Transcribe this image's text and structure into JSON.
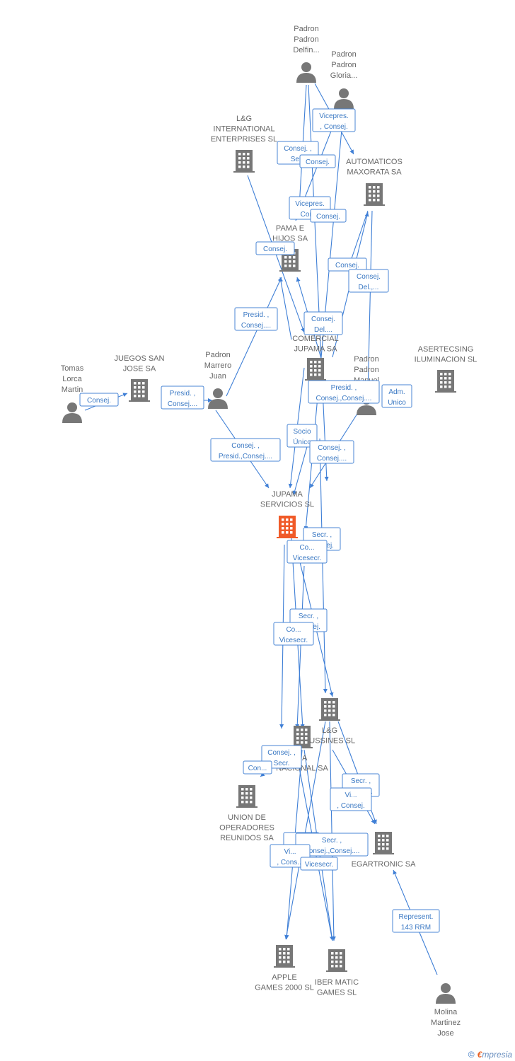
{
  "colors": {
    "edge": "#3f7fd6",
    "node": "#777777",
    "focus": "#f05a28",
    "label": "#666666",
    "edge_label": "#3a78c3"
  },
  "nodes": [
    {
      "id": "p_delfin",
      "type": "person",
      "lines": [
        "Padron",
        "Padron",
        "Delfin..."
      ]
    },
    {
      "id": "p_gloria",
      "type": "person",
      "lines": [
        "Padron",
        "Padron",
        "Gloria..."
      ]
    },
    {
      "id": "lg_int",
      "type": "company",
      "lines": [
        "L&G",
        "INTERNATIONAL",
        "ENTERPRISES SL"
      ]
    },
    {
      "id": "automaticos",
      "type": "company",
      "lines": [
        "AUTOMATICOS",
        "MAXORATA SA"
      ]
    },
    {
      "id": "pama",
      "type": "company",
      "lines": [
        "PAMA E",
        "HIJOS SA"
      ]
    },
    {
      "id": "comercial",
      "type": "company",
      "lines": [
        "COMERCIAL",
        "JUPAMA SA"
      ]
    },
    {
      "id": "juegos",
      "type": "company",
      "lines": [
        "JUEGOS SAN",
        "JOSE SA"
      ]
    },
    {
      "id": "tomas",
      "type": "person",
      "lines": [
        "Tomas",
        "Lorca",
        "Martin"
      ]
    },
    {
      "id": "marrero",
      "type": "person",
      "lines": [
        "Padron",
        "Marrero",
        "Juan"
      ]
    },
    {
      "id": "p_manuel",
      "type": "person",
      "lines": [
        "Padron",
        "Padron",
        "Manuel"
      ]
    },
    {
      "id": "asertecsing",
      "type": "company",
      "lines": [
        "ASERTECSING",
        "ILUMINACION SL"
      ]
    },
    {
      "id": "jupama",
      "type": "company",
      "focus": true,
      "lines": [
        "JUPAMA",
        "SERVICIOS SL"
      ]
    },
    {
      "id": "lg_bussines",
      "type": "company",
      "lines": [
        "L&G",
        "BUSSINES SL"
      ]
    },
    {
      "id": "sa_nac",
      "type": "company",
      "lines": [
        "SA",
        "NACIONAL SA"
      ]
    },
    {
      "id": "union",
      "type": "company",
      "lines": [
        "UNION DE",
        "OPERADORES",
        "REUNIDOS SA"
      ]
    },
    {
      "id": "egartronic",
      "type": "company",
      "lines": [
        "EGARTRONIC SA"
      ]
    },
    {
      "id": "apple",
      "type": "company",
      "lines": [
        "APPLE",
        "GAMES 2000 SL"
      ]
    },
    {
      "id": "ibermatic",
      "type": "company",
      "lines": [
        "IBER MATIC",
        "GAMES SL"
      ]
    },
    {
      "id": "molina",
      "type": "person",
      "lines": [
        "Molina",
        "Martinez",
        "Jose"
      ]
    }
  ],
  "edge_labels": [
    {
      "id": "el1",
      "lines": [
        "Vicepres.",
        ", Consej."
      ]
    },
    {
      "id": "el2",
      "lines": [
        "Consej. ,",
        "Se..."
      ]
    },
    {
      "id": "el3",
      "lines": [
        "Consej."
      ]
    },
    {
      "id": "el4",
      "lines": [
        "Vicepres.",
        "Con..."
      ]
    },
    {
      "id": "el5",
      "lines": [
        "Consej."
      ]
    },
    {
      "id": "el6",
      "lines": [
        "Consej."
      ]
    },
    {
      "id": "el7",
      "lines": [
        "Consej."
      ]
    },
    {
      "id": "el8",
      "lines": [
        "Consej.",
        "Del.,..."
      ]
    },
    {
      "id": "el9",
      "lines": [
        "Presid. ,",
        "Consej...."
      ]
    },
    {
      "id": "el10",
      "lines": [
        "Consej.",
        "Del...."
      ]
    },
    {
      "id": "el11",
      "lines": [
        "Consej."
      ]
    },
    {
      "id": "el12",
      "lines": [
        "Presid. ,",
        "Consej...."
      ]
    },
    {
      "id": "el13",
      "lines": [
        "Presid. ,",
        "Consej.,Consej...."
      ]
    },
    {
      "id": "el14",
      "lines": [
        "Adm.",
        "Unico"
      ]
    },
    {
      "id": "el15",
      "lines": [
        "Socio",
        "Único"
      ]
    },
    {
      "id": "el16",
      "lines": [
        "Consej. ,",
        "Consej...."
      ]
    },
    {
      "id": "el17",
      "lines": [
        "Consej. ,",
        "Presid.,Consej...."
      ]
    },
    {
      "id": "el18",
      "lines": [
        "Secr. ,",
        "Consej."
      ]
    },
    {
      "id": "el19",
      "lines": [
        "Co...",
        "Vicesecr."
      ]
    },
    {
      "id": "el20",
      "lines": [
        "Secr. ,",
        "Consej."
      ]
    },
    {
      "id": "el21",
      "lines": [
        "Co...",
        "Vicesecr."
      ]
    },
    {
      "id": "el22",
      "lines": [
        "Consej. ,",
        "Secr."
      ]
    },
    {
      "id": "el23",
      "lines": [
        "Con..."
      ]
    },
    {
      "id": "el24",
      "lines": [
        "Secr. ,",
        "Consej."
      ]
    },
    {
      "id": "el25",
      "lines": [
        "Vi...",
        ", Consej."
      ]
    },
    {
      "id": "el26",
      "lines": [
        "C...",
        "D..."
      ]
    },
    {
      "id": "el27",
      "lines": [
        "Secr. ,",
        "Consej.,Consej...."
      ]
    },
    {
      "id": "el28",
      "lines": [
        "Vi...",
        ", Cons..."
      ]
    },
    {
      "id": "el29",
      "lines": [
        "Vicesecr."
      ]
    },
    {
      "id": "el30",
      "lines": [
        "Represent.",
        "143 RRM"
      ]
    }
  ],
  "footer": {
    "copyright": "©",
    "brand_e": "€",
    "brand_rest": "mpresia"
  }
}
